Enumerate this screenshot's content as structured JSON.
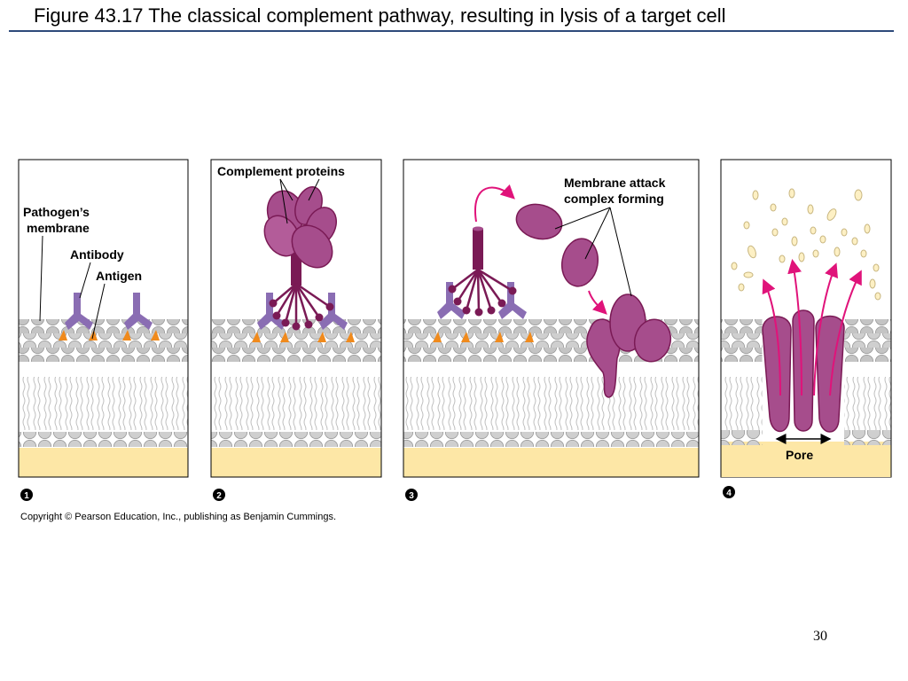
{
  "slide": {
    "title": "Figure 43.17  The classical complement pathway, resulting in lysis of a target cell",
    "copyright": "Copyright © Pearson Education, Inc., publishing as Benjamin Cummings.",
    "page_number": "30"
  },
  "diagram": {
    "panels": [
      {
        "step": "1",
        "labels": [
          "Pathogen’s",
          "membrane",
          "Antibody",
          "Antigen"
        ]
      },
      {
        "step": "2",
        "labels": [
          "Complement proteins"
        ]
      },
      {
        "step": "3",
        "labels": [
          "Membrane attack",
          "complex forming"
        ]
      },
      {
        "step": "4",
        "labels": [
          "Pore"
        ]
      }
    ],
    "colors": {
      "membrane_head": "#c8c8c8",
      "antibody": "#8a6db3",
      "antigen": "#f08a1c",
      "complement_protein": "#a64d8c",
      "complement_stalk": "#7a1a55",
      "arrow": "#e0137a",
      "cell_interior": "#fde7a6",
      "frame": "#000000"
    }
  }
}
